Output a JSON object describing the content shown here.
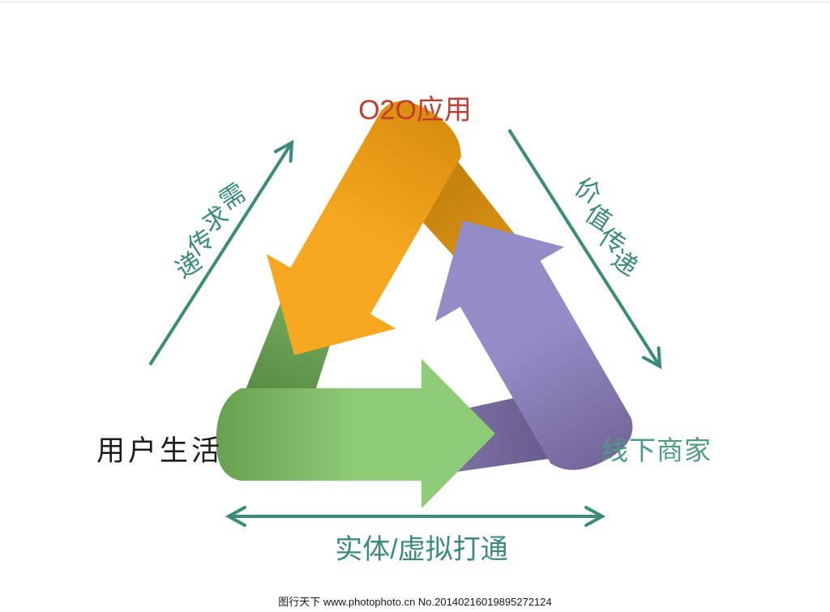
{
  "title": {
    "text": "O2O应用"
  },
  "nodes": {
    "user_life": "用户生活",
    "offline_merchant": "线下商家"
  },
  "edges": {
    "demand": {
      "text": "需求传递",
      "chars": [
        "需",
        "求",
        "传",
        "递"
      ]
    },
    "value": {
      "text": "价值传递",
      "chars": [
        "价",
        "值",
        "传",
        "递"
      ]
    },
    "bottom": {
      "text": "实体/虚拟打通"
    }
  },
  "cycle_arrows": [
    {
      "name": "orange-arrow",
      "color": "#f5a71f"
    },
    {
      "name": "purple-arrow",
      "color": "#948cc7"
    },
    {
      "name": "green-arrow",
      "color": "#8ecb77"
    }
  ],
  "watermark": {
    "text": "图行天下 www.photophoto.cn  No.20140216019895272124"
  },
  "colors": {
    "teal": "#3a8c7a",
    "teal-light": "#4d9c85",
    "red": "#c43c30",
    "ink": "#1b1b1b"
  }
}
